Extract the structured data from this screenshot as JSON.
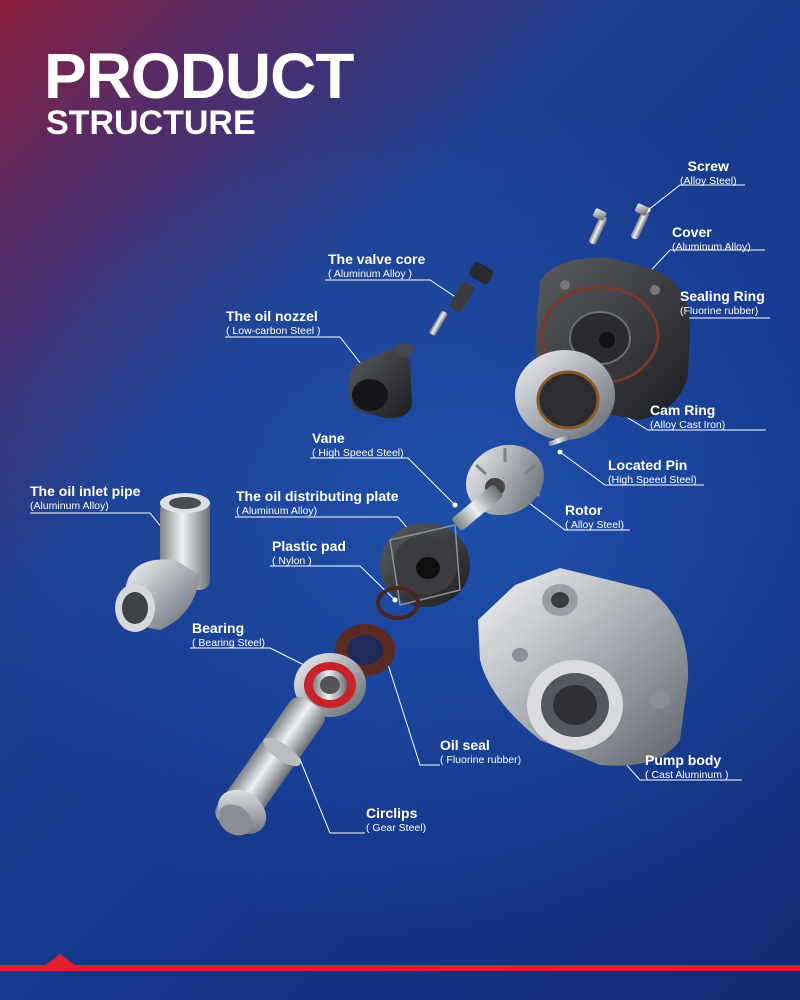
{
  "title": {
    "line1": "PRODUCT",
    "line2": "STRUCTURE"
  },
  "parts": [
    {
      "name": "Screw",
      "material": "(Alloy Steel)"
    },
    {
      "name": "Cover",
      "material": "(Aluminum Alloy)"
    },
    {
      "name": "Sealing Ring",
      "material": "(Fluorine rubber)"
    },
    {
      "name": "The valve core",
      "material": "( Aluminum Alloy )"
    },
    {
      "name": "The oil nozzel",
      "material": "( Low-carbon Steel )"
    },
    {
      "name": "Cam Ring",
      "material": "(Alloy Cast Iron)"
    },
    {
      "name": "Located Pin",
      "material": "(High Speed Steel)"
    },
    {
      "name": "Vane",
      "material": "( High Speed Steel)"
    },
    {
      "name": "Rotor",
      "material": "( Alloy Steel)"
    },
    {
      "name": "The oil inlet pipe",
      "material": "(Aluminum Alloy)"
    },
    {
      "name": "The oil distributing plate",
      "material": "( Aluminum Alloy)"
    },
    {
      "name": "Plastic pad",
      "material": "( Nylon )"
    },
    {
      "name": "Bearing",
      "material": "( Bearing Steel)"
    },
    {
      "name": "Oil seal",
      "material": "( Fluorine rubber)"
    },
    {
      "name": "Pump body",
      "material": "( Cast Aluminum )"
    },
    {
      "name": "Circlips",
      "material": "( Gear Steel)"
    }
  ],
  "colors": {
    "accent": "#e0202c",
    "text": "#ffffff",
    "background": "#16368a"
  }
}
